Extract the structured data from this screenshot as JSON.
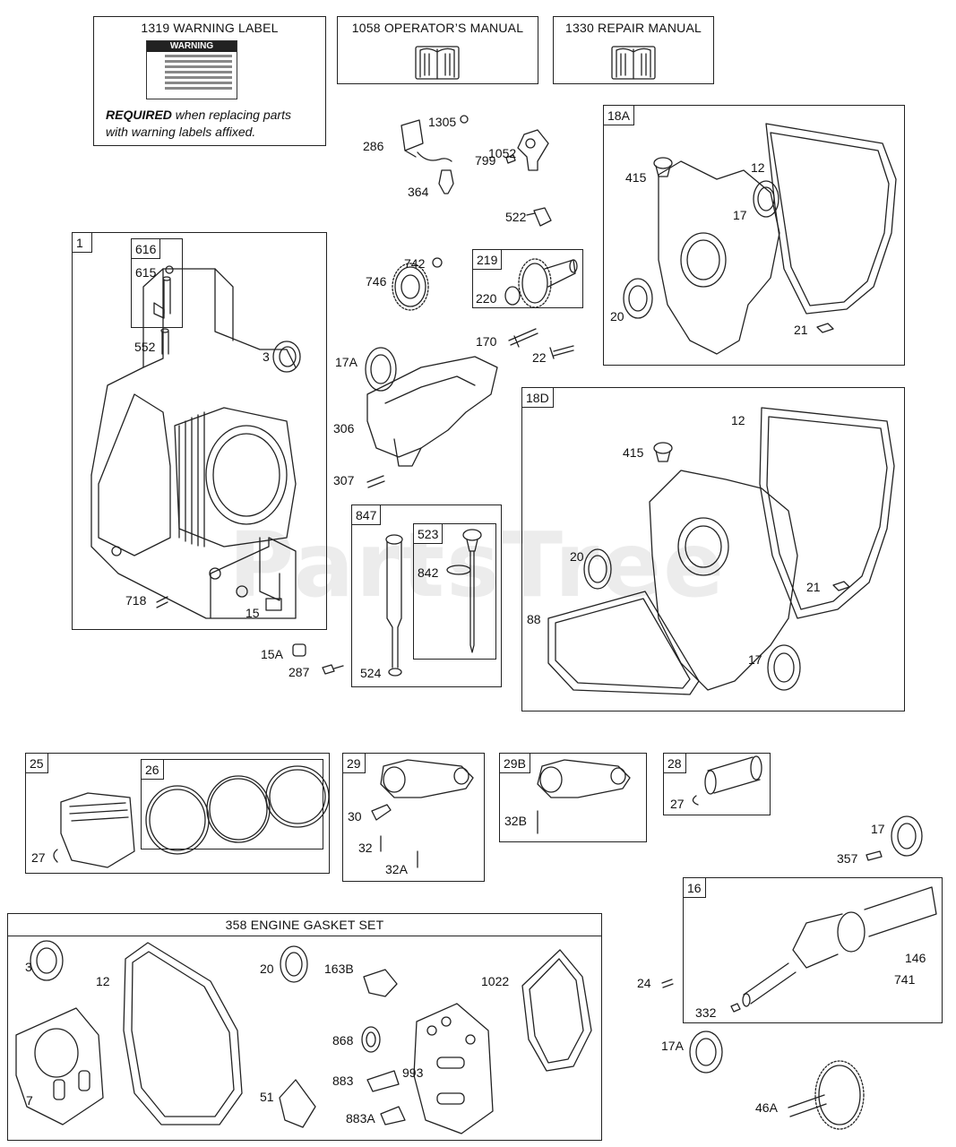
{
  "headers": {
    "warning_label": "1319 WARNING LABEL",
    "operators_manual": "1058 OPERATOR’S MANUAL",
    "repair_manual": "1330 REPAIR MANUAL",
    "gasket_set": "358 ENGINE GASKET SET"
  },
  "warning": {
    "sticker_text": "WARNING",
    "required_bold": "REQUIRED",
    "required_rest": " when replacing parts",
    "required_line2": "with warning labels affixed."
  },
  "watermark": "PartsTree",
  "box_tags": {
    "b1": "1",
    "b616": "616",
    "b219": "219",
    "b18a": "18A",
    "b18d": "18D",
    "b847": "847",
    "b523": "523",
    "b25": "25",
    "b26": "26",
    "b29": "29",
    "b29b": "29B",
    "b28": "28",
    "b16": "16"
  },
  "labels": {
    "l286": "286",
    "l1305": "1305",
    "l1052": "1052",
    "l364": "364",
    "l799": "799",
    "l522": "522",
    "l742": "742",
    "l746": "746",
    "l220": "220",
    "l170": "170",
    "l22": "22",
    "l17a_mid": "17A",
    "l306": "306",
    "l307": "307",
    "l615": "615",
    "l552": "552",
    "l3_block": "3",
    "l718": "718",
    "l15": "15",
    "l15a": "15A",
    "l287": "287",
    "l842": "842",
    "l524": "524",
    "l415_a": "415",
    "l12_a": "12",
    "l17_a": "17",
    "l20_a": "20",
    "l21_a": "21",
    "l12_d": "12",
    "l415_d": "415",
    "l20_d": "20",
    "l21_d": "21",
    "l88": "88",
    "l17_d": "17",
    "l27_piston": "27",
    "l30": "30",
    "l32": "32",
    "l32a": "32A",
    "l32b": "32B",
    "l27_pin": "27",
    "l17_right": "17",
    "l357": "357",
    "l146": "146",
    "l741": "741",
    "l24": "24",
    "l332": "332",
    "l17a_low": "17A",
    "l46a": "46A",
    "l3_g": "3",
    "l12_g": "12",
    "l20_g": "20",
    "l163b": "163B",
    "l1022": "1022",
    "l868": "868",
    "l993": "993",
    "l883": "883",
    "l883a": "883A",
    "l7": "7",
    "l51": "51"
  }
}
